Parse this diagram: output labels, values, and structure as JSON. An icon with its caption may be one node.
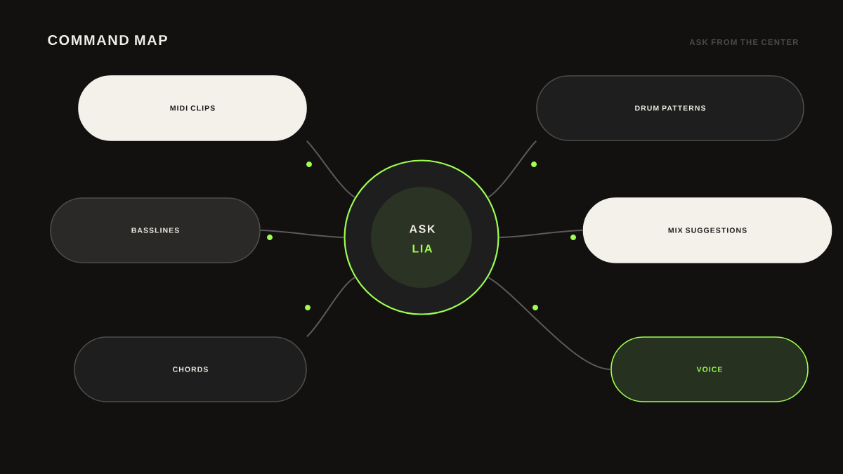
{
  "diagram": {
    "title": "COMMAND MAP",
    "nodes": [
      {
        "text": [
          "ASK",
          "LIA"
        ]
      },
      {
        "text": [
          "MIDI CLIPS"
        ]
      },
      {
        "text": [
          "DRUM PATTERNS"
        ]
      },
      {
        "text": [
          "BASSLINES"
        ]
      },
      {
        "text": [
          "MIX SUGGESTIONS"
        ]
      },
      {
        "text": [
          "CHORDS"
        ]
      },
      {
        "text": [
          "VOICE"
        ]
      }
    ],
    "edges": [
      {
        "from": 0,
        "to": 1,
        "arrow": "none"
      },
      {
        "from": 0,
        "to": 2,
        "arrow": "none"
      },
      {
        "from": 0,
        "to": 3,
        "arrow": "none"
      },
      {
        "from": 0,
        "to": 4,
        "arrow": "none"
      },
      {
        "from": 0,
        "to": 5,
        "arrow": "none"
      },
      {
        "from": 0,
        "to": 6,
        "arrow": "none"
      }
    ],
    "labels": [
      "ASK FROM THE CENTER"
    ]
  }
}
